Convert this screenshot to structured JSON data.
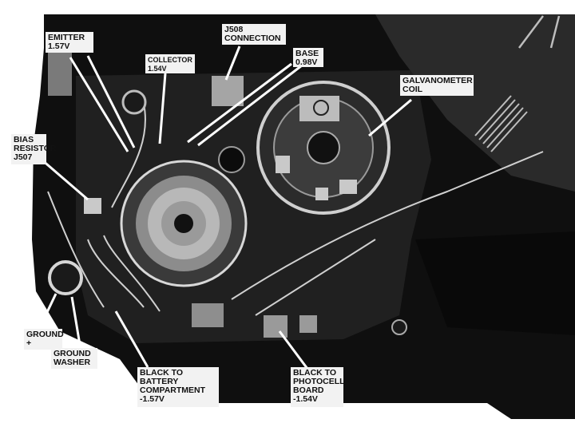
{
  "labels": {
    "emitter": {
      "name": "EMITTER",
      "value": "1.57V"
    },
    "j508": {
      "line1": "J508",
      "line2": "CONNECTION"
    },
    "collector": {
      "name": "COLLECTOR",
      "value": "1.54V"
    },
    "base": {
      "name": "BASE",
      "value": "0.98V"
    },
    "galvanometer": {
      "line1": "GALVANOMETER",
      "line2": "COIL"
    },
    "bias": {
      "line1": "BIAS",
      "line2": "RESISTOR",
      "line3": "J507"
    },
    "ground": {
      "name": "GROUND",
      "value": "+"
    },
    "ground_washer": {
      "line1": "GROUND",
      "line2": "WASHER"
    },
    "black_battery": {
      "line1": "BLACK TO",
      "line2": "BATTERY",
      "line3": "COMPARTMENT",
      "value": "-1.57V"
    },
    "black_photocell": {
      "line1": "BLACK TO",
      "line2": "PHOTOCELL",
      "line3": "BOARD",
      "value": "-1.54V"
    }
  },
  "colors": {
    "background": "#ffffff",
    "photo_dark": "#0e0e0e",
    "label_box": "#f2f2f2",
    "leader": "#ffffff"
  }
}
